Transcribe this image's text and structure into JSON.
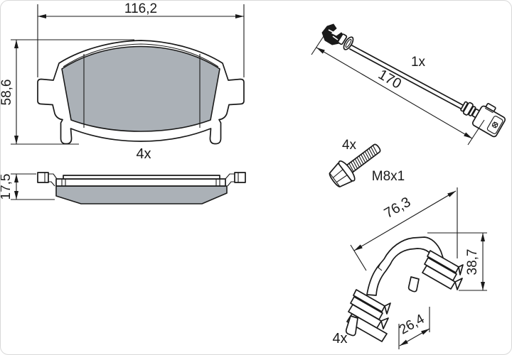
{
  "front_view": {
    "width_label": "116,2",
    "height_label": "58,6",
    "quantity_label": "4x"
  },
  "side_view": {
    "thickness_label": "17,5"
  },
  "wear_sensor": {
    "quantity_label": "1x",
    "length_label": "170"
  },
  "bolt": {
    "quantity_label": "4x",
    "thread_label": "M8x1"
  },
  "retainer_clip": {
    "width_label": "76,3",
    "height_label": "38,7",
    "depth_label": "26,4",
    "quantity_label": "4x"
  },
  "colors": {
    "line": "#1a1a1a",
    "pad_fill": "#abb1b7",
    "background": "#ffffff",
    "border": "#d8d8d8"
  }
}
